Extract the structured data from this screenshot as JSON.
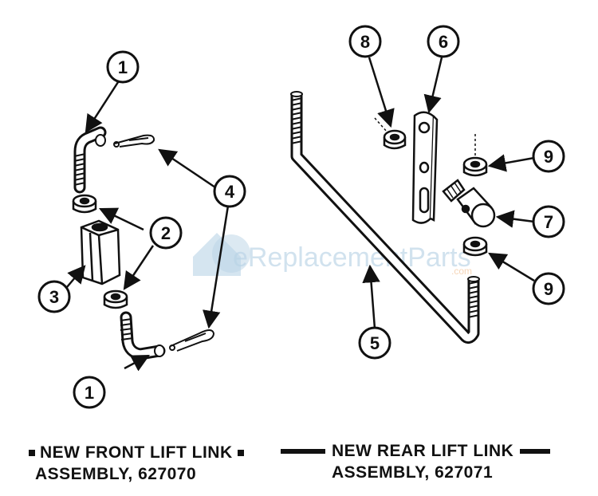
{
  "callouts": {
    "c1_top": "1",
    "c1_bottom": "1",
    "c2": "2",
    "c3": "3",
    "c4": "4",
    "c5": "5",
    "c6": "6",
    "c7": "7",
    "c8": "8",
    "c9_top": "9",
    "c9_bottom": "9"
  },
  "watermark": {
    "text": "eReplacementParts",
    "suffix": ".com"
  },
  "captions": {
    "front_line1": "NEW FRONT LIFT LINK",
    "front_line2": "ASSEMBLY, 627070",
    "rear_line1": "NEW REAR LIFT LINK",
    "rear_line2": "ASSEMBLY, 627071"
  }
}
